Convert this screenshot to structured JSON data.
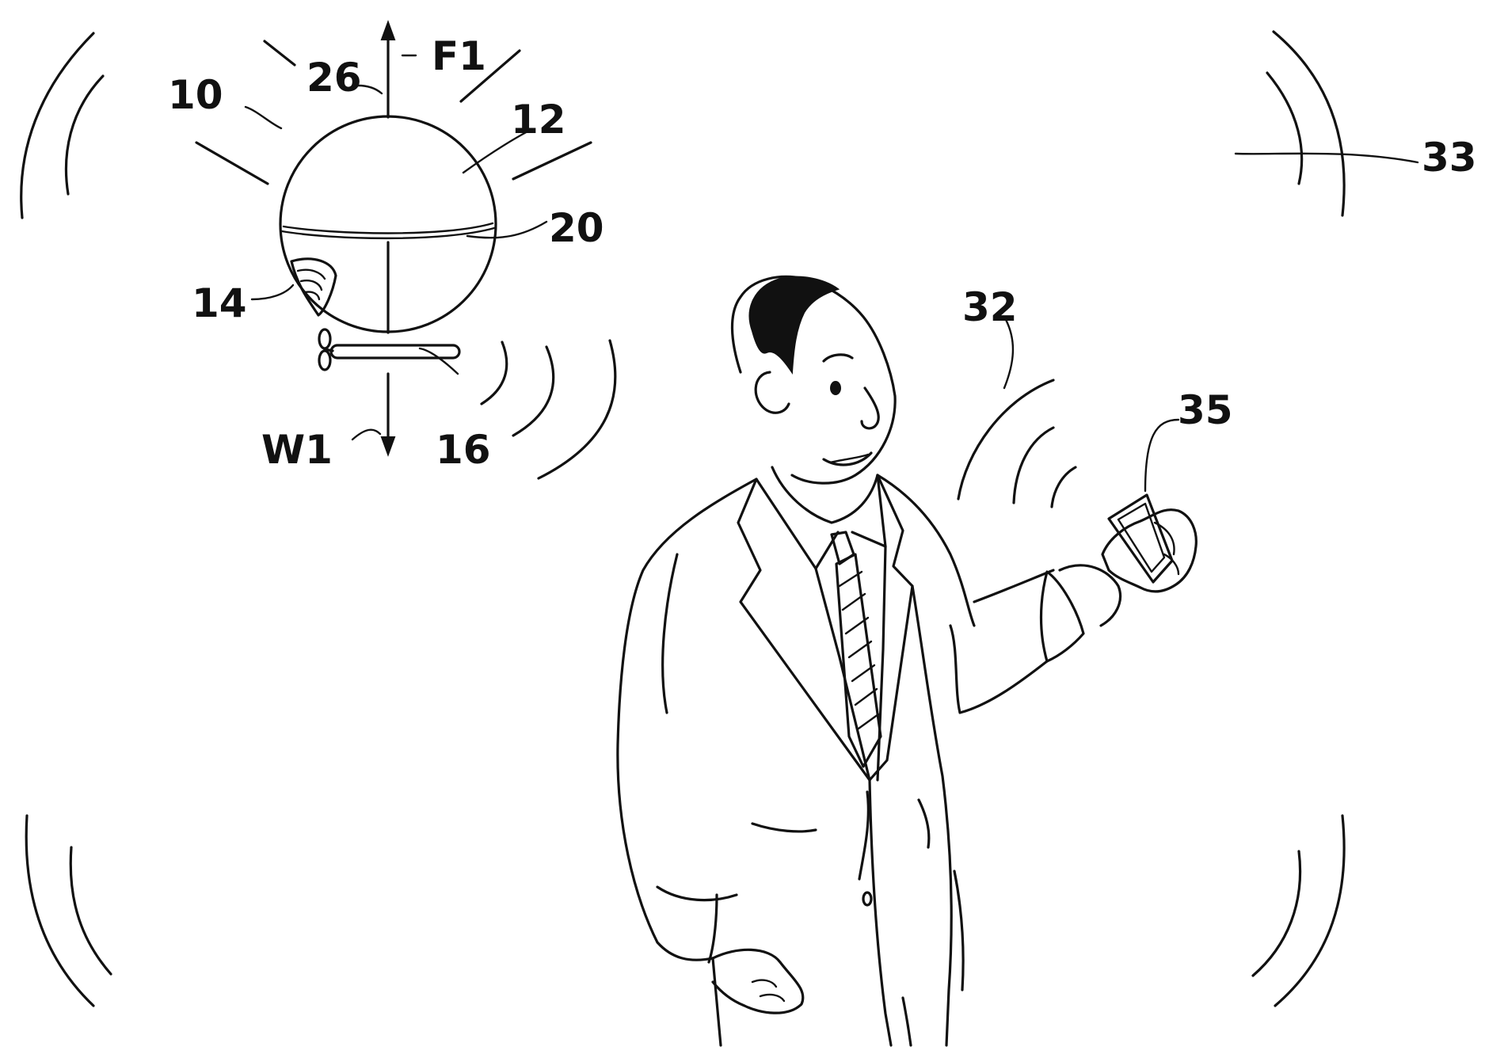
{
  "figure": {
    "labels": {
      "balloon": "10",
      "envelope": "12",
      "payload": "14",
      "gondola": "16",
      "partition": "20",
      "top": "26",
      "user_signal": "32",
      "frame_signal": "33",
      "remote": "35",
      "lift_force": "F1",
      "weight": "W1"
    }
  }
}
